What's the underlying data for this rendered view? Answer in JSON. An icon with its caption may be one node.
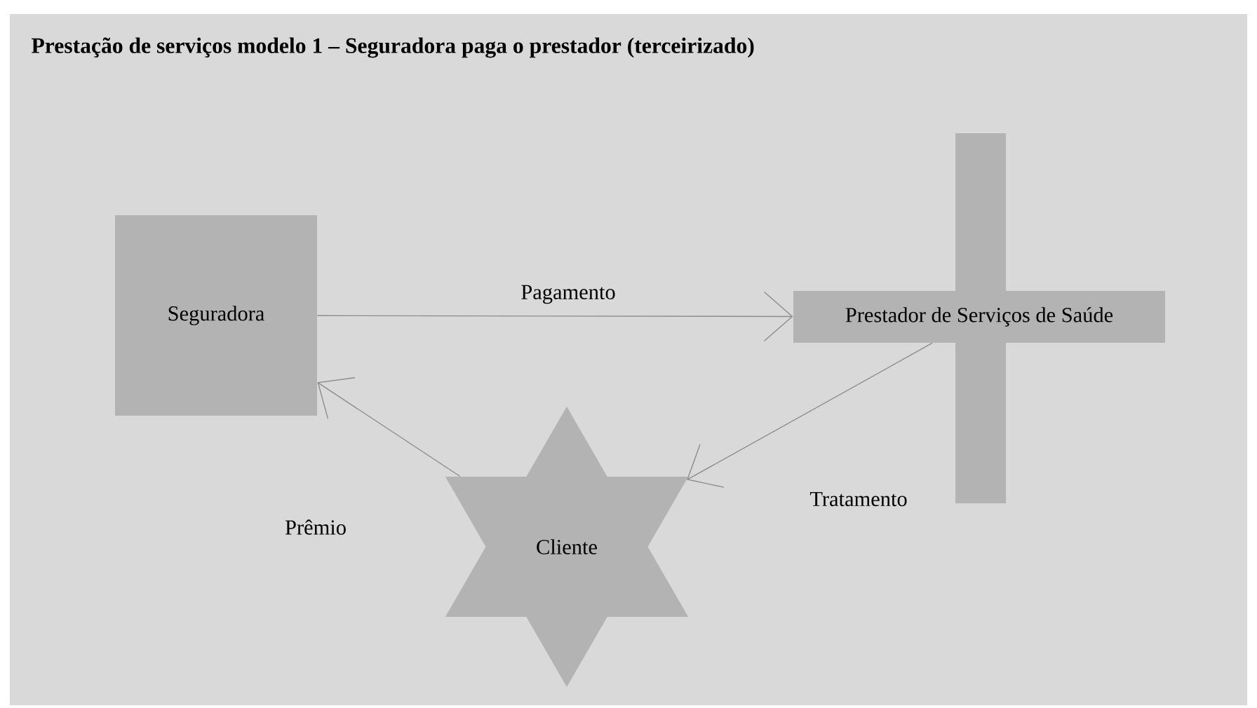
{
  "diagram": {
    "title": "Prestação de serviços modelo 1 – Seguradora paga o prestador (terceirizado)",
    "nodes": [
      {
        "text": [
          "Seguradora"
        ]
      },
      {
        "text": [
          "Prestador de Serviços de Saúde"
        ]
      },
      {
        "text": [
          "Cliente"
        ]
      }
    ],
    "edges": [
      {
        "from": 0,
        "to": 1,
        "arrow": "to",
        "label": "Pagamento"
      },
      {
        "from": 1,
        "to": 2,
        "arrow": "to",
        "label": "Tratamento"
      },
      {
        "from": 2,
        "to": 0,
        "arrow": "to",
        "label": "Prêmio"
      }
    ]
  }
}
